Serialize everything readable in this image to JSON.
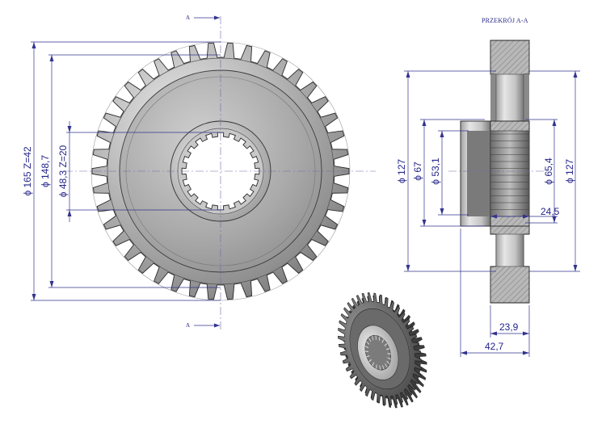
{
  "section_title": "PRZEKRÓJ A-A",
  "section_marker": "A",
  "front_view": {
    "dimensions": {
      "outer_diameter": "ϕ 165  Z=42",
      "pitch_diameter": "ϕ  148,7",
      "spline_diameter": "ϕ  48,3  Z=20"
    }
  },
  "section_view": {
    "dimensions": {
      "left_127": "ϕ 127",
      "d67": "ϕ 67",
      "d53": "ϕ 53,1",
      "d65": "ϕ 65,4",
      "right_127": "ϕ 127",
      "width_24_5": "24,5",
      "width_23_9": "23,9",
      "width_42_7": "42,7"
    }
  },
  "colors": {
    "dimension_line": "#33338f",
    "dimension_text": "#24248a",
    "metal_light": "#d9d9d9",
    "metal_dark": "#6e6e6e"
  }
}
